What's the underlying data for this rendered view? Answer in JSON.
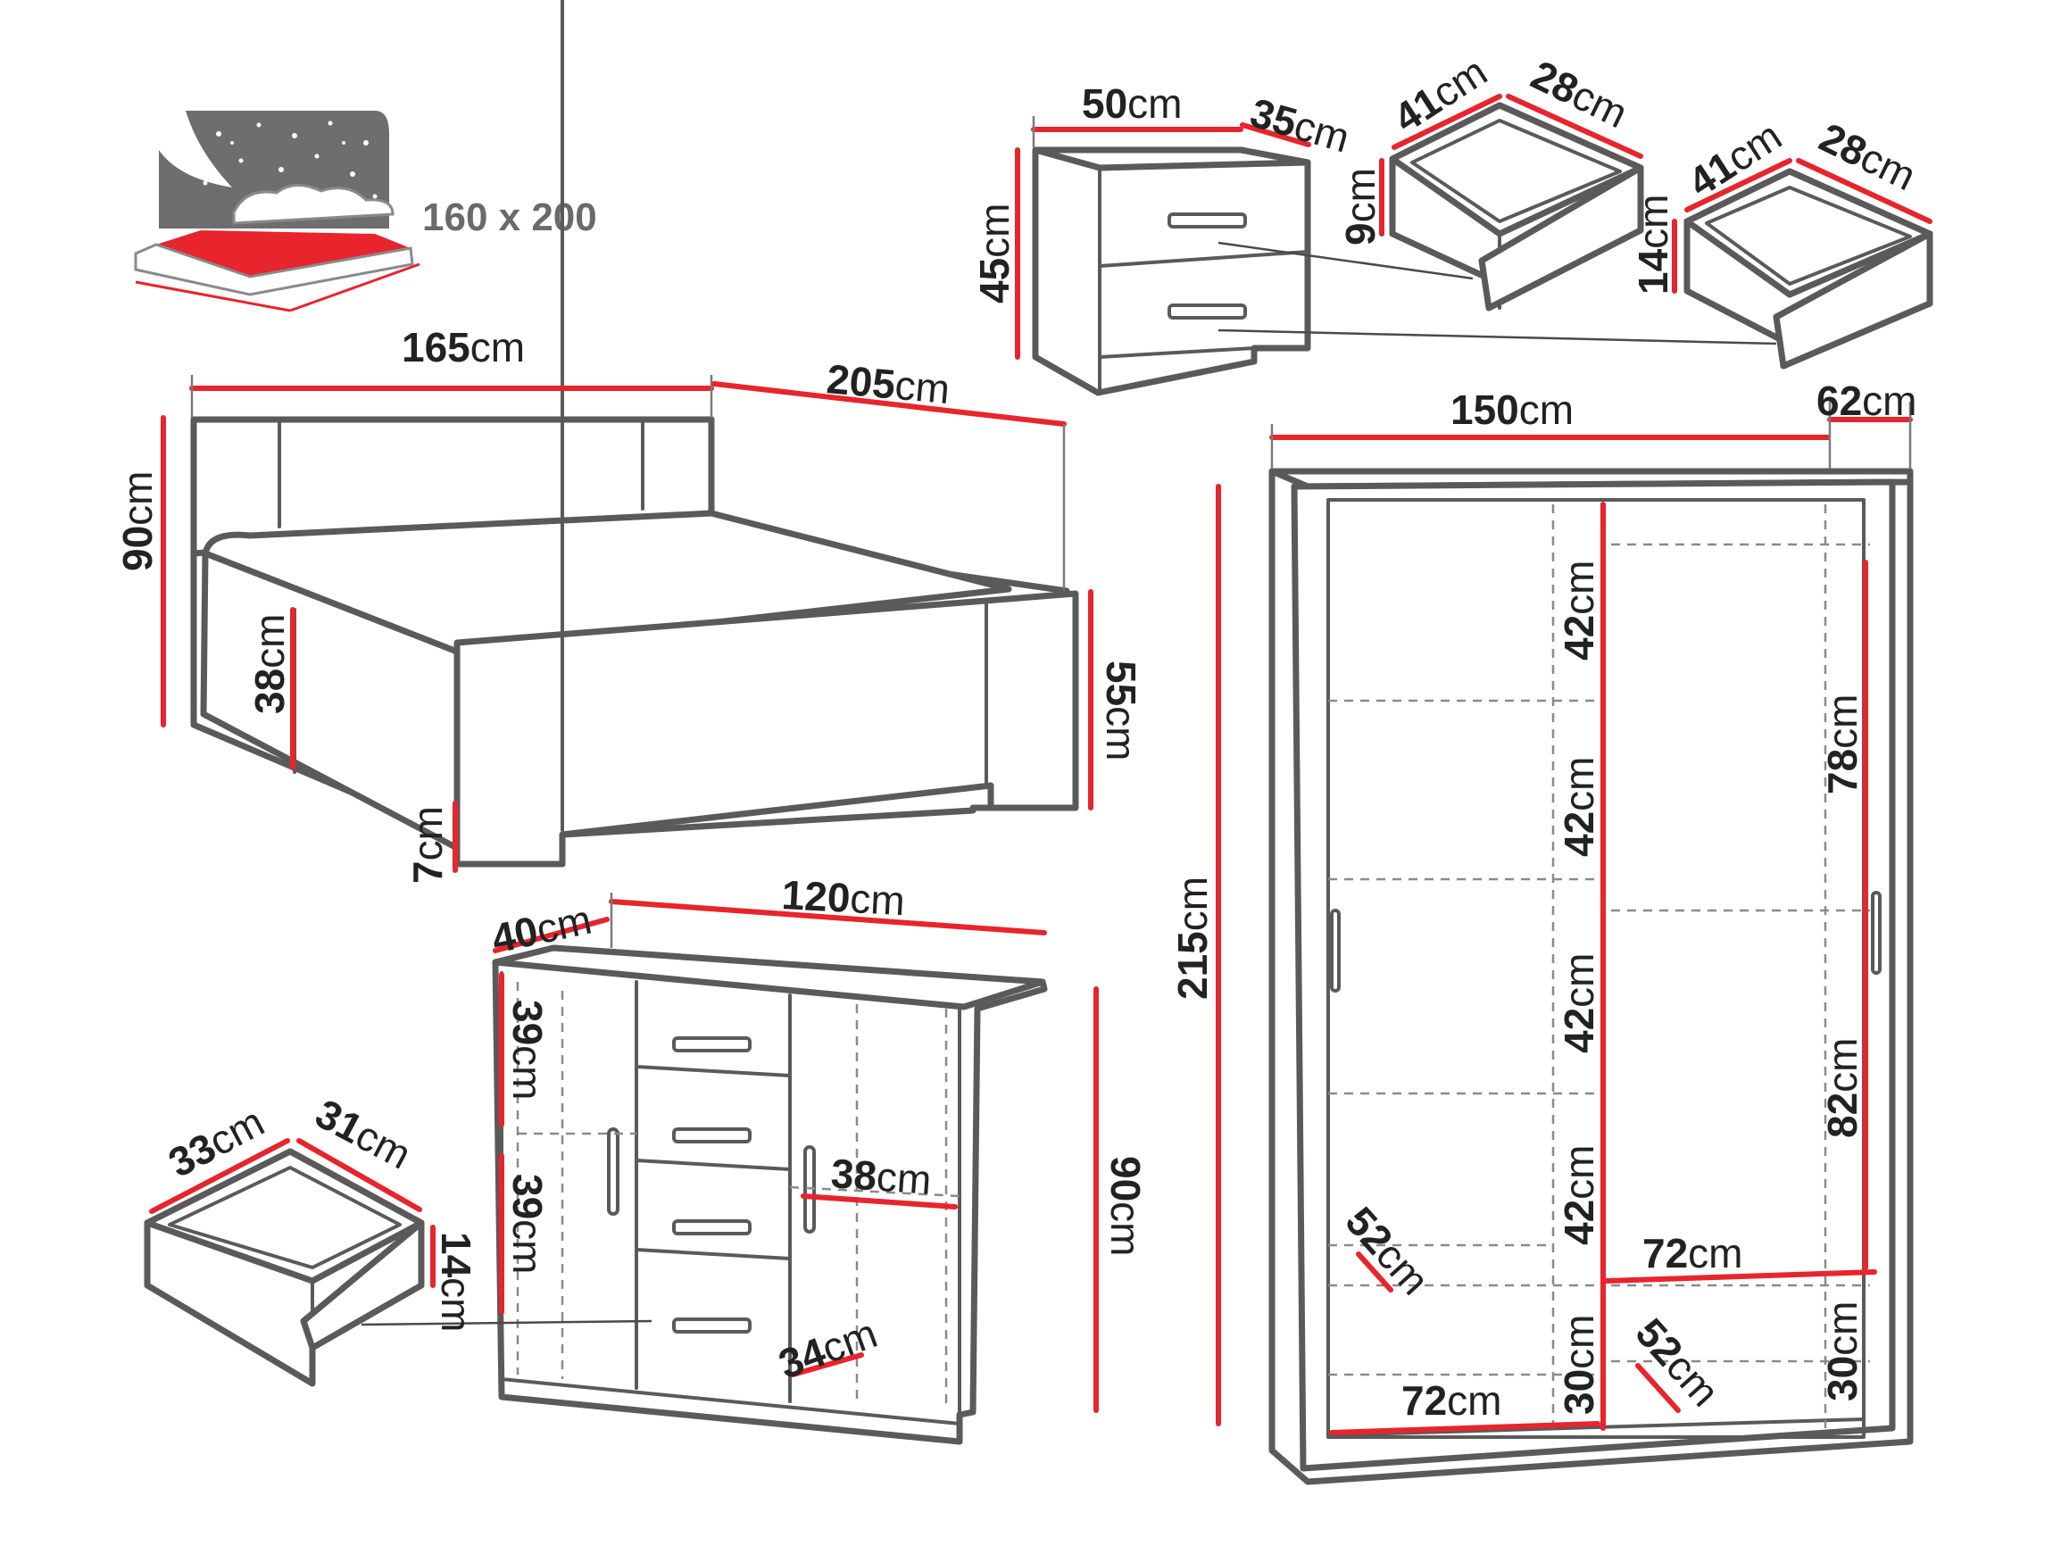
{
  "colors": {
    "accent": "#e8242c",
    "outline": "#5a5a5a",
    "night": "#6e6e6e"
  },
  "icon": {
    "mattress_size": "160 x 200"
  },
  "bed": {
    "width": "165",
    "length": "205",
    "height": "90",
    "side_height": "38",
    "foot_height": "55",
    "leg_height": "7"
  },
  "nightstand": {
    "width": "50",
    "depth": "35",
    "height": "45"
  },
  "nightstand_drawer_top": {
    "width": "41",
    "depth": "28",
    "height": "9"
  },
  "nightstand_drawer_bottom": {
    "width": "41",
    "depth": "28",
    "height": "14"
  },
  "wardrobe": {
    "width": "150",
    "depth": "62",
    "height": "215",
    "shelf_1": "42",
    "shelf_2": "42",
    "shelf_3": "42",
    "shelf_4": "42",
    "bottom_left": "30",
    "right_upper": "78",
    "right_lower": "82",
    "right_bottom": "30",
    "left_width": "72",
    "right_width": "72",
    "depth_left": "52",
    "depth_right": "52"
  },
  "chest": {
    "width": "120",
    "depth": "40",
    "height": "90",
    "upper_shelf": "39",
    "lower_shelf": "39",
    "inner_width": "38",
    "inner_depth": "34"
  },
  "chest_drawer": {
    "width": "33",
    "depth": "31",
    "height": "14"
  },
  "unit": "cm"
}
